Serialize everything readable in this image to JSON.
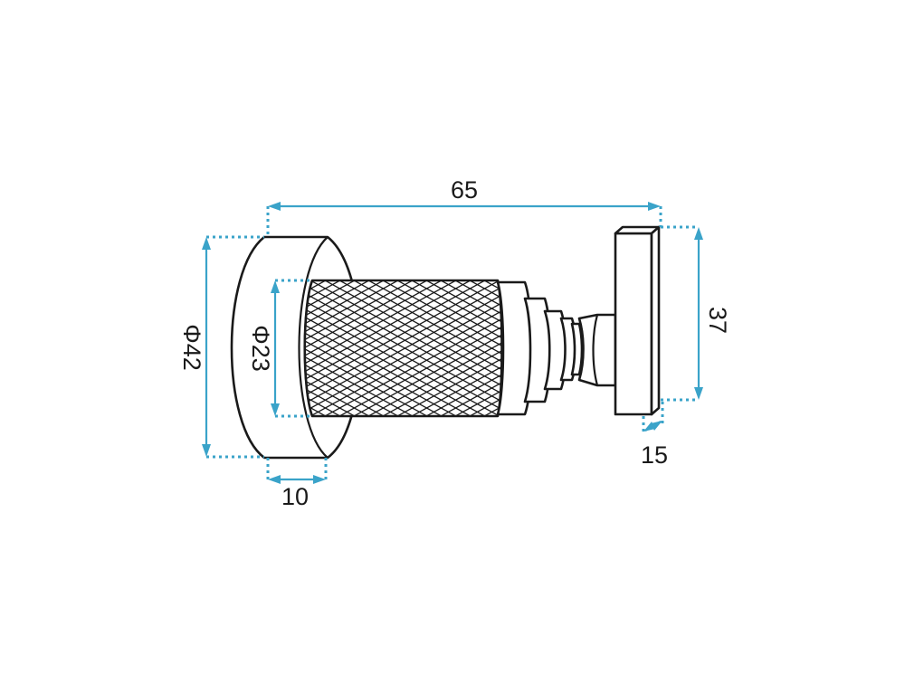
{
  "diagram": {
    "colors": {
      "outline": "#1a1a1a",
      "dimension": "#3aa3c9",
      "background": "#ffffff"
    },
    "dimensions": {
      "overall_length": "65",
      "base_diameter": "Φ42",
      "knurl_diameter": "Φ23",
      "base_thickness": "10",
      "cap_height": "37",
      "cap_thickness": "15"
    }
  }
}
